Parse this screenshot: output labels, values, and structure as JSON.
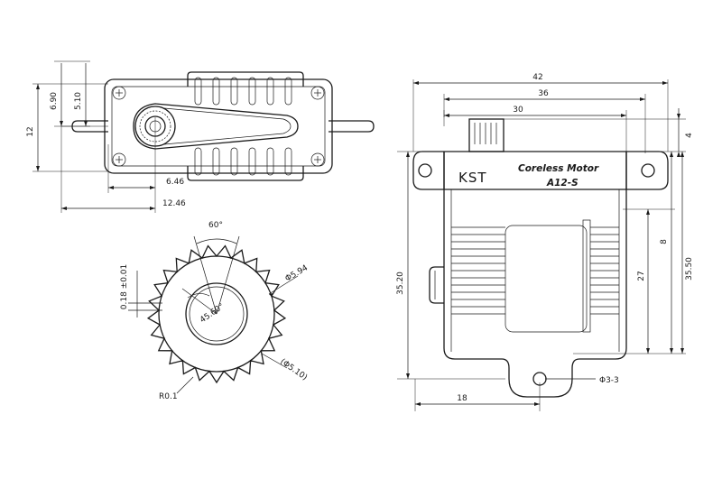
{
  "top_view": {
    "dims": {
      "height_total": "12",
      "height_upper": "6.90",
      "height_axis": "5.10",
      "offset_small": "6.46",
      "offset_large": "12.46"
    }
  },
  "gear_view": {
    "dims": {
      "angle": "60°",
      "tooth_depth": "0.18 ±0.01",
      "outer_dia": "Φ5.94",
      "inner_angle": "45.60°",
      "root_dia": "(Φ5.10)",
      "fillet": "R0.1"
    }
  },
  "side_view": {
    "brand": "KST",
    "model_line1": "Coreless Motor",
    "model_line2": "A12-S",
    "dims": {
      "width_total": "42",
      "width_mount": "36",
      "width_body": "30",
      "gear_height": "4",
      "height_mid": "8",
      "height_body": "27",
      "height_right": "35.50",
      "height_left": "35.20",
      "offset_bottom": "18",
      "hole_label": "Φ3-3"
    }
  }
}
